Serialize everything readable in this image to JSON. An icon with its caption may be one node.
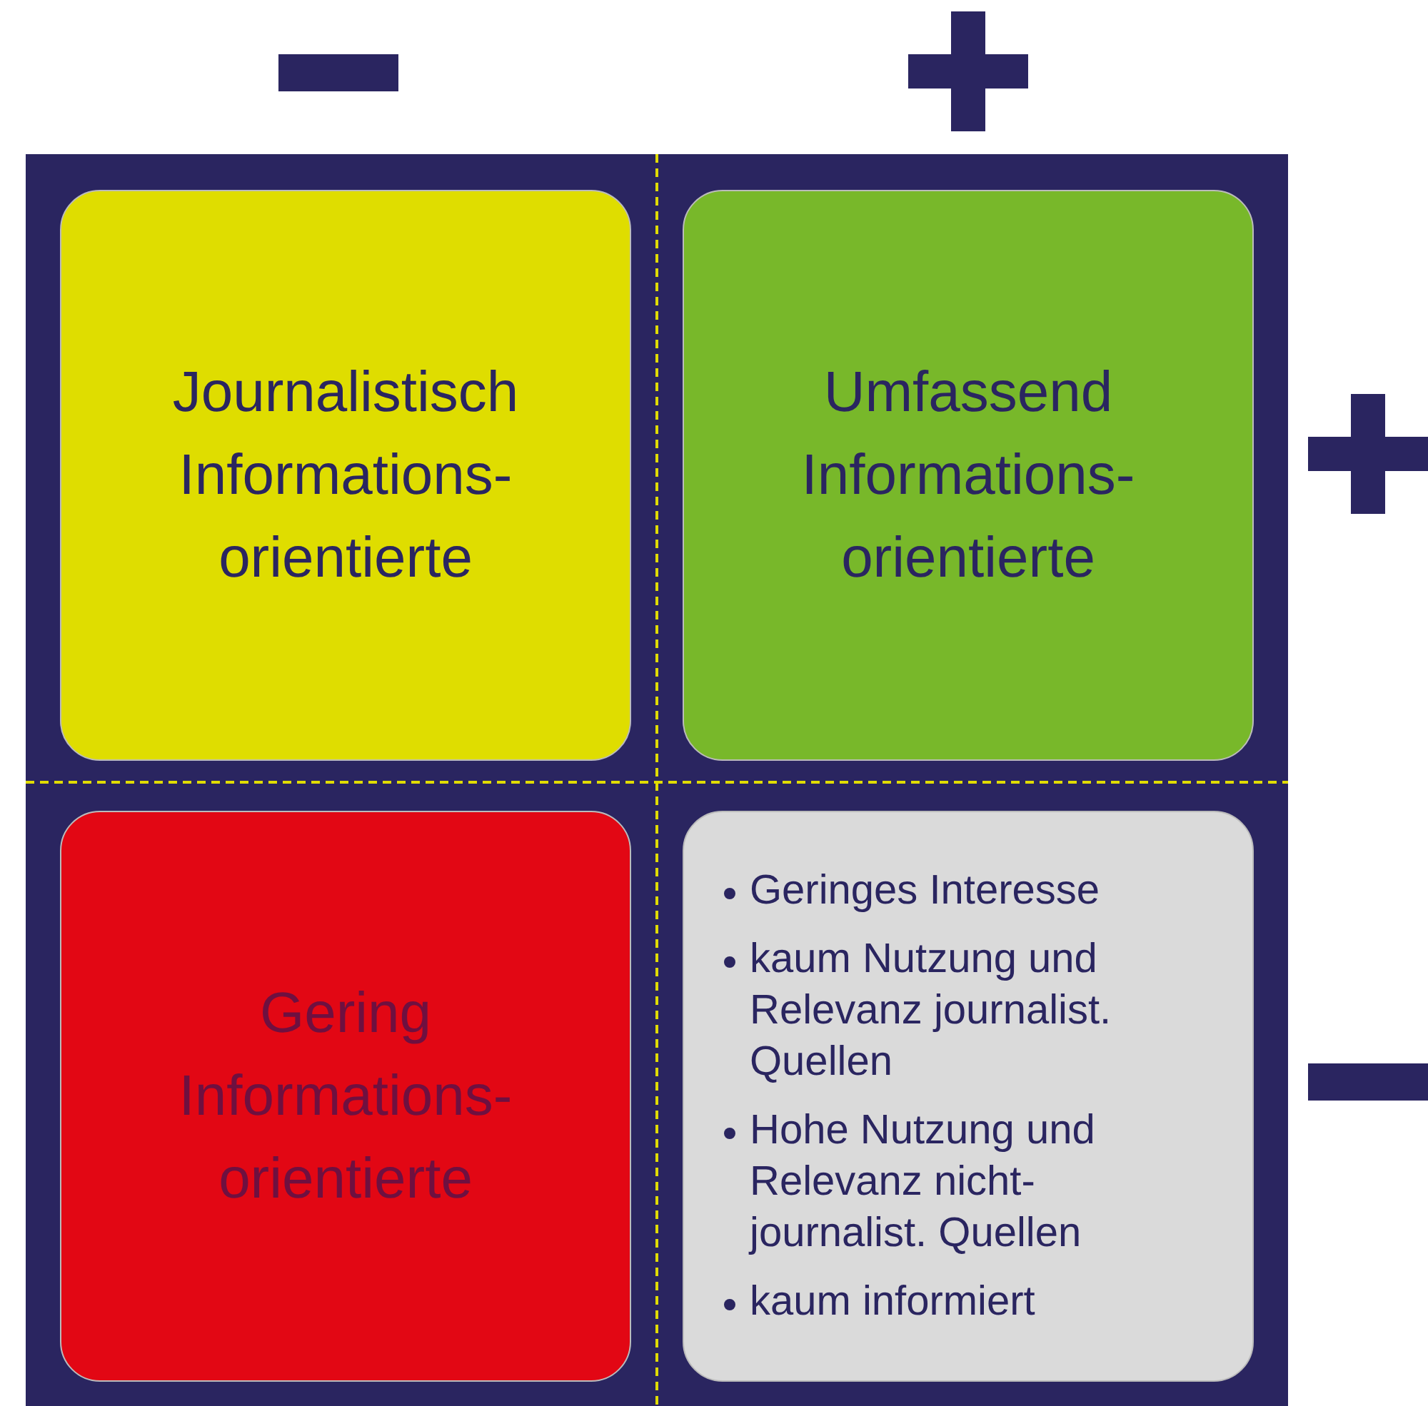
{
  "diagram": {
    "nodes": [
      {
        "text": [
          "Journalistisch Informations- orientierte"
        ]
      },
      {
        "text": [
          "Umfassend Informations- orientierte"
        ]
      },
      {
        "text": [
          "Gering Informations- orientierte"
        ]
      },
      {
        "text": [
          "Geringes Interesse",
          "kaum Nutzung und Relevanz journalist. Quellen",
          "Hohe Nutzung und Relevanz nicht- journalist. Quellen",
          "kaum informiert"
        ]
      }
    ]
  }
}
